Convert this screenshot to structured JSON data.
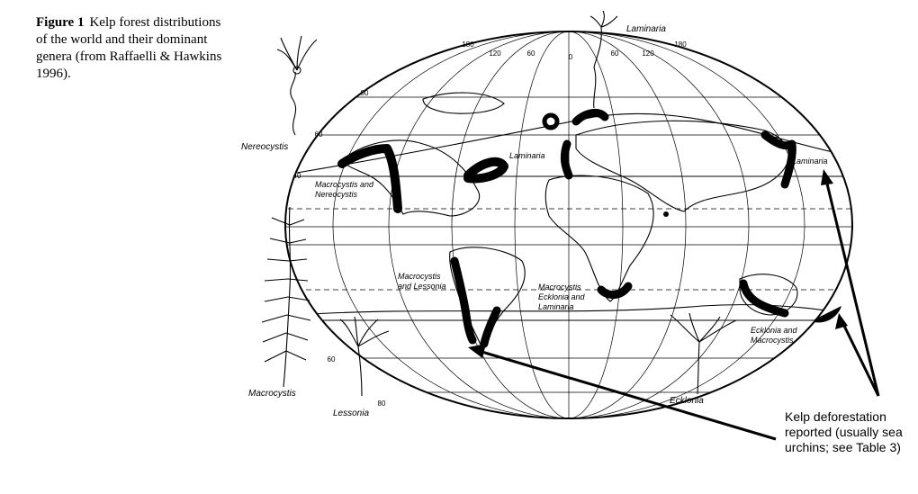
{
  "caption": {
    "figure_label": "Figure 1",
    "text": "Kelp forest distributions of the world and their dominant genera (from Raffaelli & Hawkins 1996)."
  },
  "longitude_ticks": [
    "180",
    "120",
    "60",
    "0",
    "60",
    "120",
    "180"
  ],
  "latitude_ticks": [
    "80",
    "60",
    "40",
    "60",
    "80"
  ],
  "region_labels": {
    "laminaria_top": "Laminaria",
    "laminaria_atlantic": "Laminaria",
    "laminaria_east": "Laminaria",
    "macrocystis_nereocystis": "Macrocystis and Nereocystis",
    "macrocystis_lessonia": "Macrocystis and Lessonia",
    "macrocystis_ecklonia_laminaria": "Macrocystis Ecklonia and Laminaria",
    "ecklonia_macrocystis": "Ecklonia and Macrocystis"
  },
  "genus_labels": {
    "nereocystis": "Nereocystis",
    "macrocystis": "Macrocystis",
    "lessonia": "Lessonia",
    "ecklonia": "Ecklonia"
  },
  "annotation": "Kelp deforestation reported (usually sea urchins; see Table 3)"
}
